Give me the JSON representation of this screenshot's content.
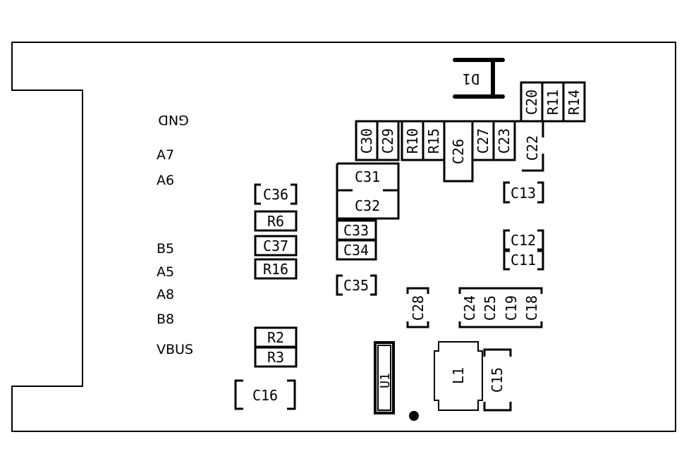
{
  "pins": {
    "gnd": "GND",
    "a7": "A7",
    "a6": "A6",
    "b5": "B5",
    "a5": "A5",
    "a8": "A8",
    "b8": "B8",
    "vbus": "VBUS"
  },
  "components": {
    "d1": "D1",
    "c20": "C20",
    "r11": "R11",
    "r14": "R14",
    "c30": "C30",
    "c29": "C29",
    "r10": "R10",
    "r15": "R15",
    "c26": "C26",
    "c27": "C27",
    "c23": "C23",
    "c22": "C22",
    "c31": "C31",
    "c32": "C32",
    "c33": "C33",
    "c34": "C34",
    "c35": "C35",
    "c13": "C13",
    "c12": "C12",
    "c11": "C11",
    "c36": "C36",
    "r6": "R6",
    "c37": "C37",
    "r16": "R16",
    "c28": "C28",
    "c24": "C24",
    "c25": "C25",
    "c19": "C19",
    "c18": "C18",
    "r2": "R2",
    "r3": "R3",
    "c16": "C16",
    "u1": "U1",
    "l1": "L1",
    "c15": "C15"
  }
}
